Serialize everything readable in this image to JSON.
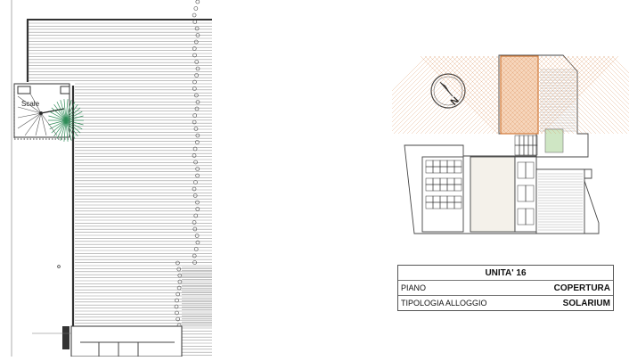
{
  "floor_plan": {
    "stair_label": "Scale",
    "colors": {
      "lines": "#8a8a8a",
      "walls": "#333333",
      "plant": "#2e8b57"
    }
  },
  "keyplan": {
    "compass_label": "N",
    "highlight_color": "#e8a070",
    "highlight_stroke": "#d07838",
    "green_area_color": "#cfe6c4"
  },
  "info_table": {
    "title": "UNITA' 16",
    "rows": [
      {
        "label": "PIANO",
        "value": "COPERTURA"
      },
      {
        "label": "TIPOLOGIA ALLOGGIO",
        "value": "SOLARIUM"
      }
    ]
  }
}
